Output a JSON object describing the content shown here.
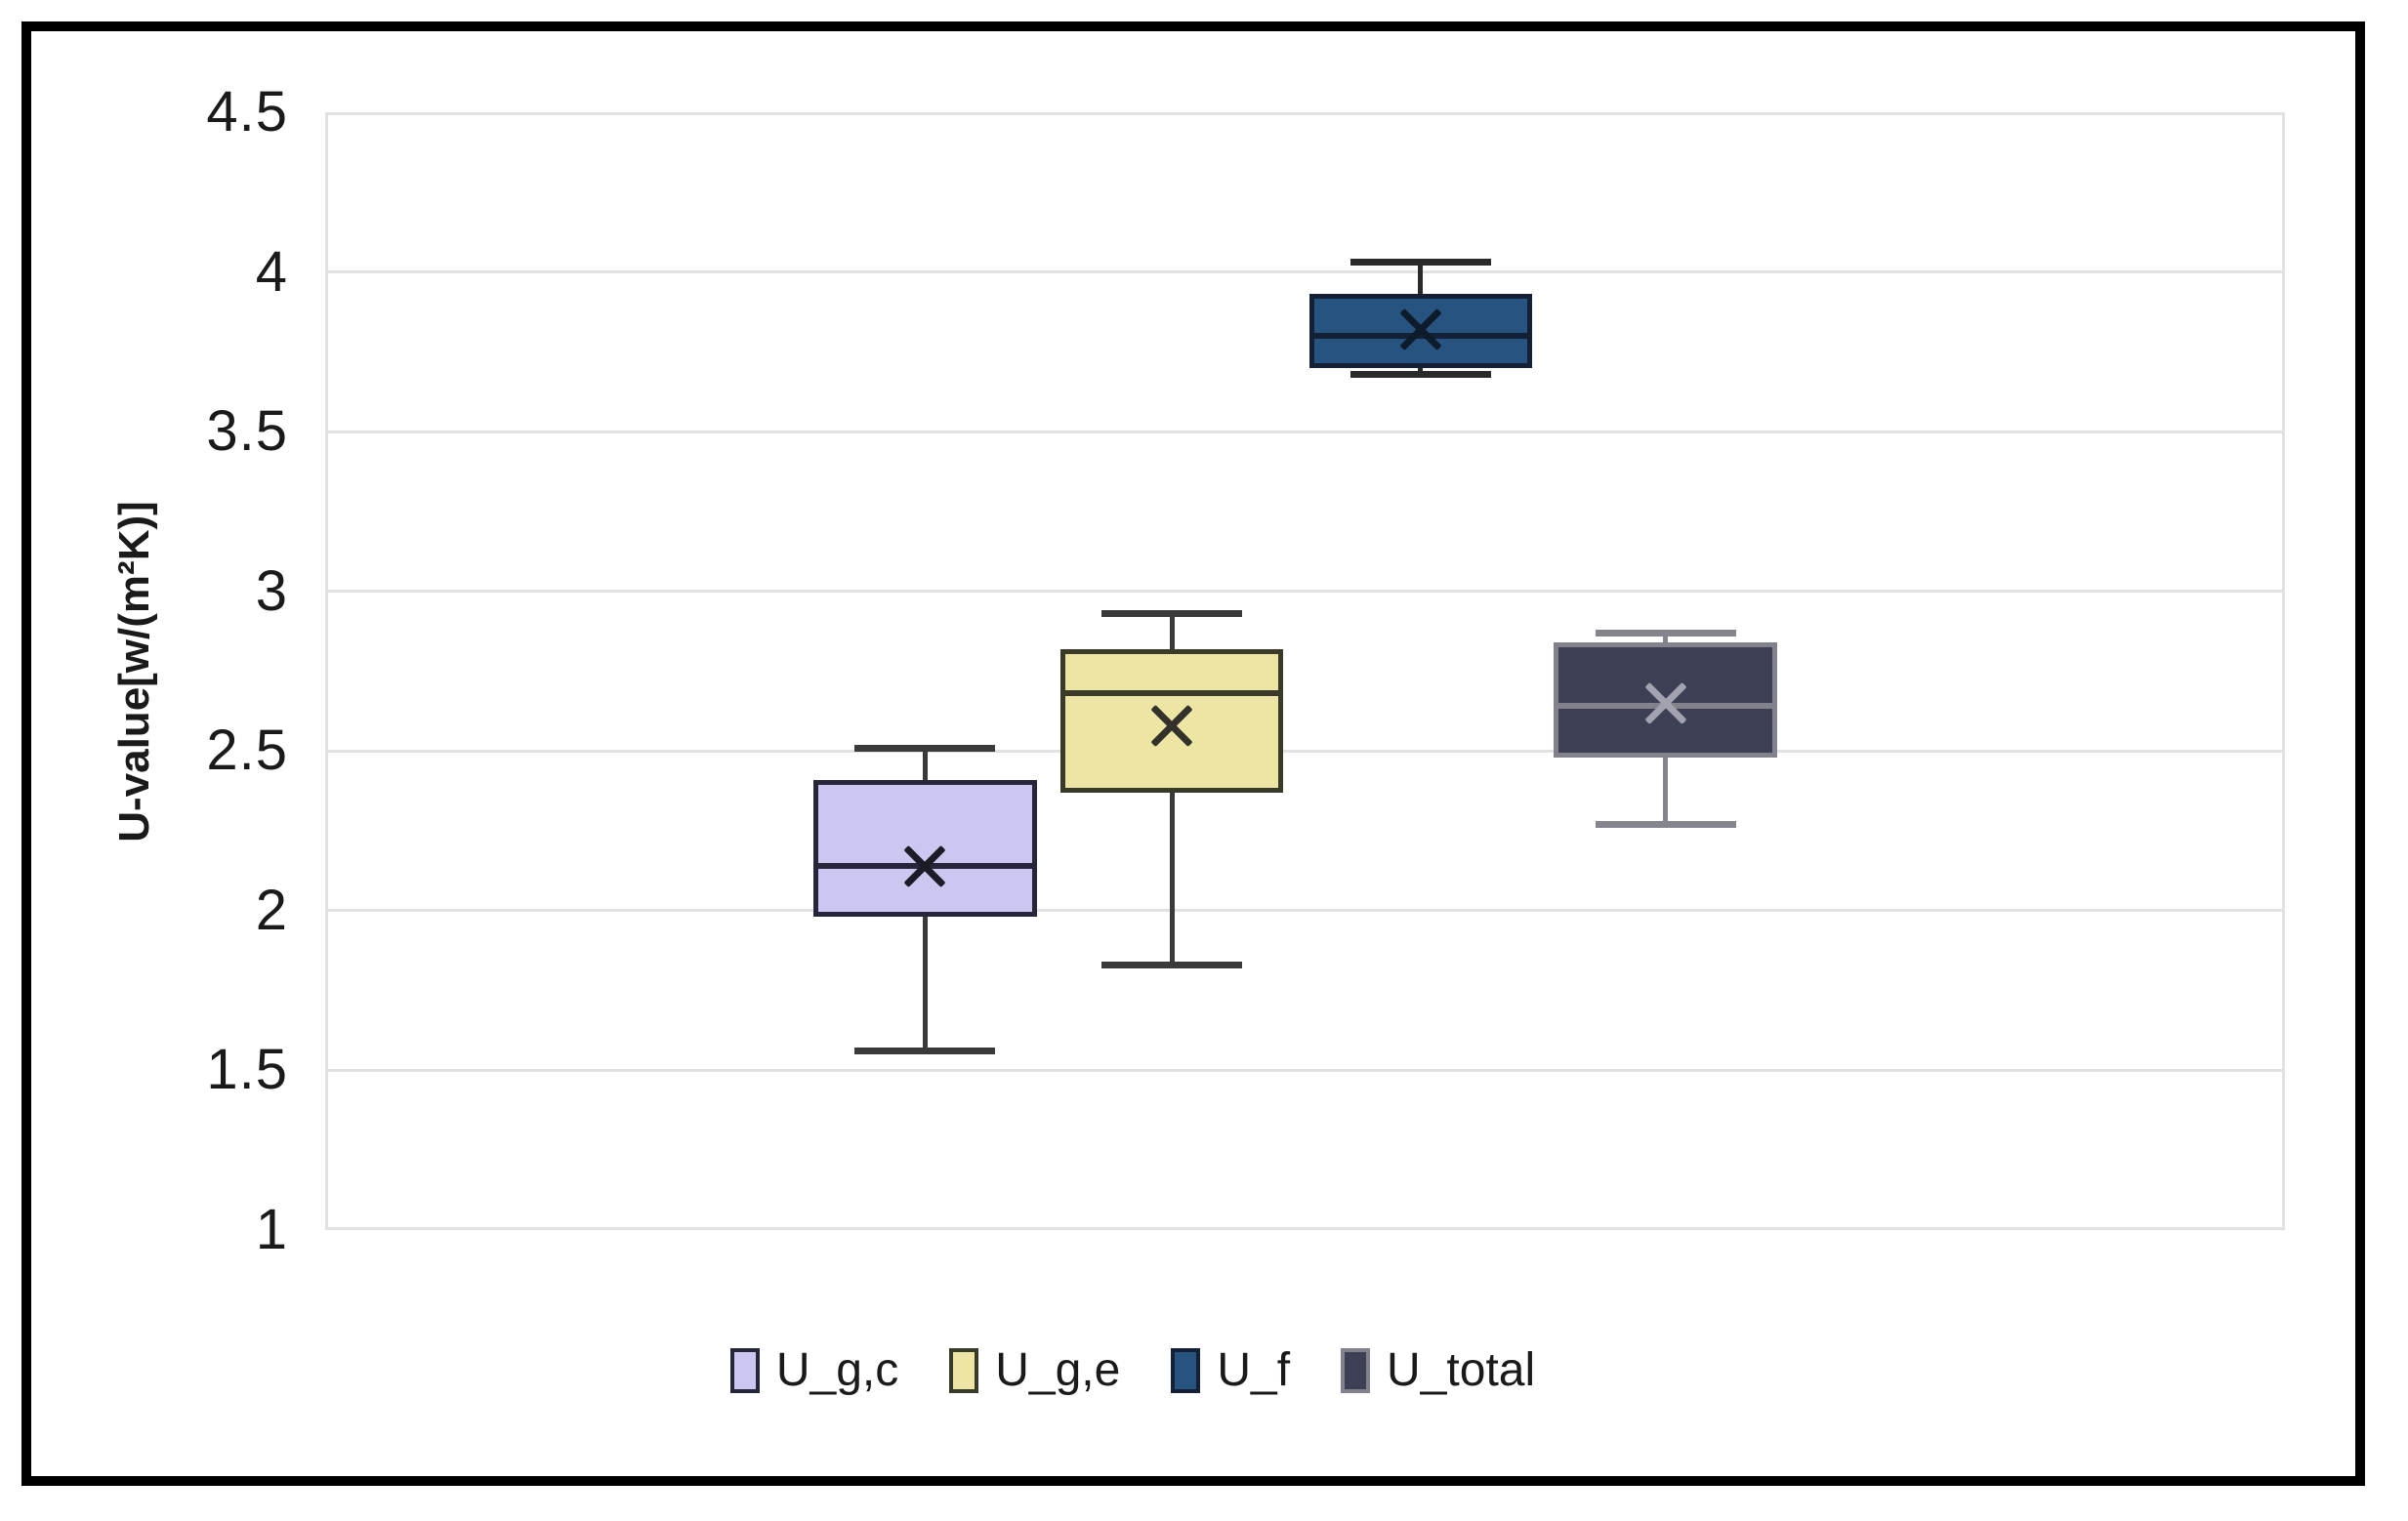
{
  "figure": {
    "background": "#ffffff",
    "border_color": "#000000"
  },
  "chart_data": {
    "type": "boxplot",
    "title": "",
    "xlabel": "",
    "ylabel": "U-value[w/(m²K)]",
    "ylim": [
      1,
      4.5
    ],
    "grid": true,
    "gridline_color": "#e2e2e2",
    "legend_position": "bottom",
    "yticks": [
      {
        "value": 4.5,
        "label": "4.5"
      },
      {
        "value": 4,
        "label": "4"
      },
      {
        "value": 3.5,
        "label": "3.5"
      },
      {
        "value": 3,
        "label": "3"
      },
      {
        "value": 2.5,
        "label": "2.5"
      },
      {
        "value": 2,
        "label": "2"
      },
      {
        "value": 1.5,
        "label": "1.5"
      },
      {
        "value": 1,
        "label": "1"
      }
    ],
    "categories": [
      "U_g,c",
      "U_g,e",
      "U_f",
      "U_total"
    ],
    "series": [
      {
        "name": "U_g,c",
        "min": 1.56,
        "q1": 1.98,
        "median": 2.14,
        "mean": 2.14,
        "q3": 2.41,
        "max": 2.51,
        "fill": "#cac8f0",
        "stroke": "#26263a",
        "whisker": "#3a3a3a",
        "mean_color": "#1c1c28"
      },
      {
        "name": "U_g,e",
        "min": 1.83,
        "q1": 2.37,
        "median": 2.68,
        "mean": 2.58,
        "q3": 2.82,
        "max": 2.93,
        "fill": "#ece5a4",
        "stroke": "#3a3a28",
        "whisker": "#3a3a3a",
        "mean_color": "#32322a"
      },
      {
        "name": "U_f",
        "min": 3.68,
        "q1": 3.7,
        "median": 3.8,
        "mean": 3.82,
        "q3": 3.93,
        "max": 4.03,
        "fill": "#275380",
        "stroke": "#132036",
        "whisker": "#2a2a2a",
        "mean_color": "#0e1b2a"
      },
      {
        "name": "U_total",
        "min": 2.27,
        "q1": 2.48,
        "median": 2.64,
        "mean": 2.65,
        "q3": 2.84,
        "max": 2.87,
        "fill": "#3d3f55",
        "stroke": "#82828c",
        "whisker": "#85858d",
        "mean_color": "#a2a2b0"
      }
    ],
    "layout_hints": {
      "x_center_fractions": [
        0.306,
        0.432,
        0.559,
        0.684
      ],
      "box_width_fraction": 0.114,
      "cap_width_fraction": 0.036
    }
  }
}
